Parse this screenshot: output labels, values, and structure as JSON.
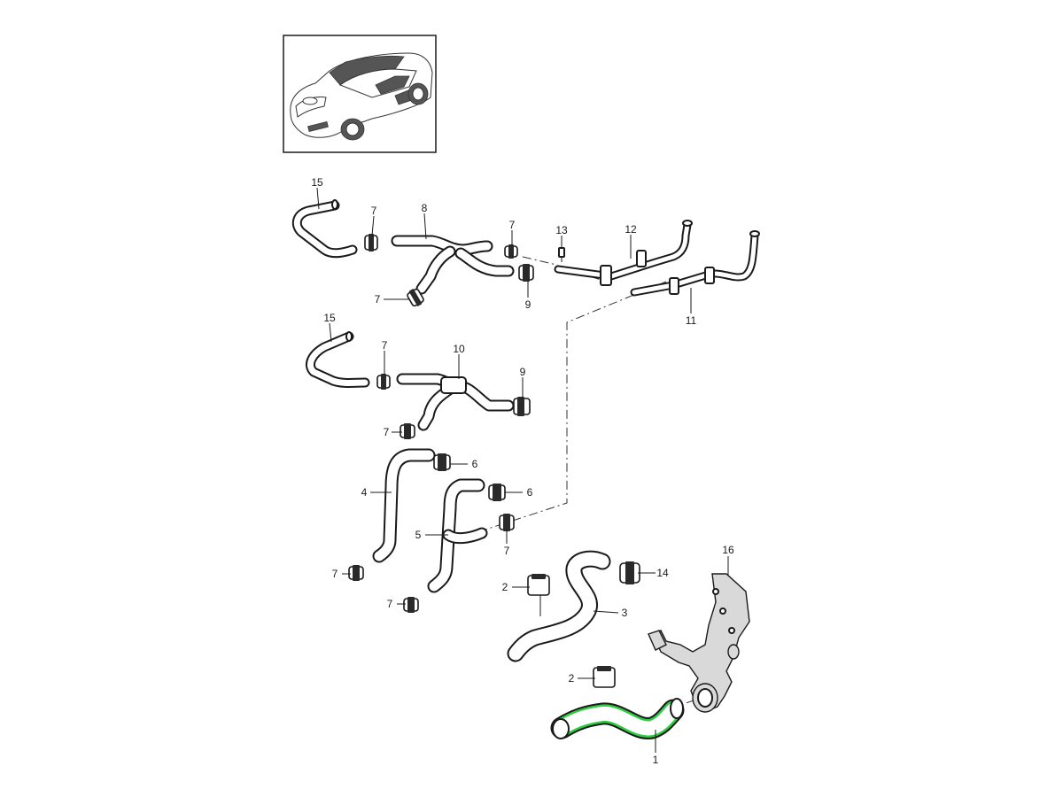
{
  "diagram": {
    "type": "exploded parts diagram",
    "highlight_color": "#2ecc40",
    "highlighted_part": "1",
    "thumbnail_icon": "car-icon",
    "part_numbers": {
      "p1": "1",
      "p2a": "2",
      "p2b": "2",
      "p3": "3",
      "p4": "4",
      "p5": "5",
      "p6a": "6",
      "p6b": "6",
      "p7a": "7",
      "p7b": "7",
      "p7c": "7",
      "p7d": "7",
      "p7e": "7",
      "p7f": "7",
      "p7g": "7",
      "p7h": "7",
      "p8": "8",
      "p9a": "9",
      "p9b": "9",
      "p10": "10",
      "p11": "11",
      "p12": "12",
      "p13": "13",
      "p14": "14",
      "p15a": "15",
      "p15b": "15",
      "p16": "16"
    }
  }
}
